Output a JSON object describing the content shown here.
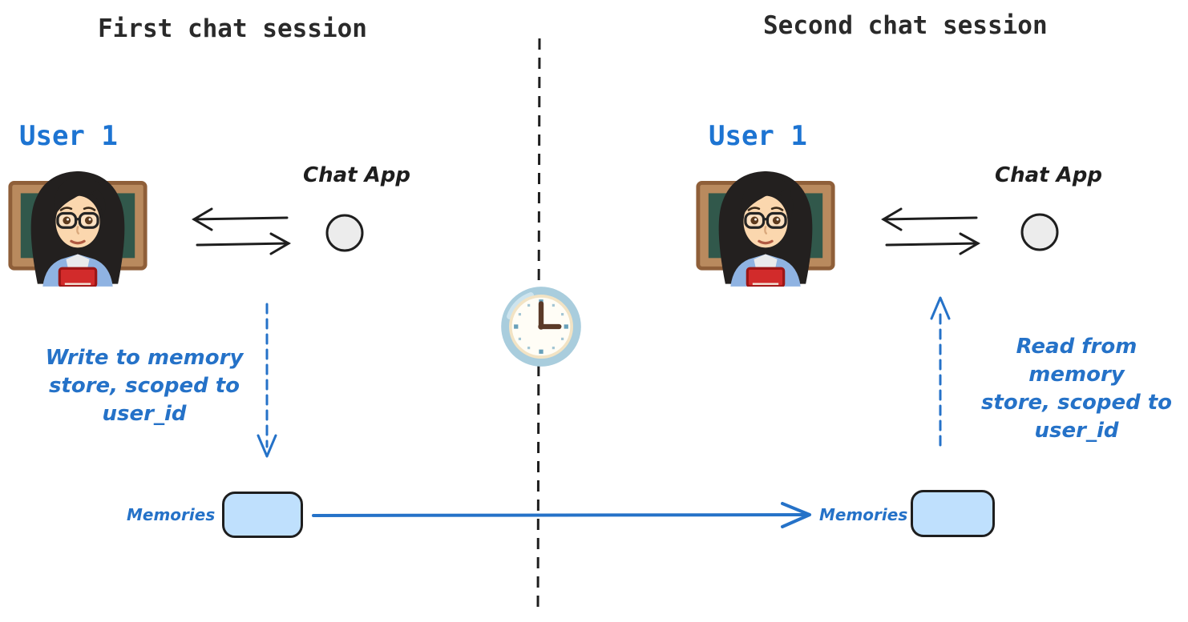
{
  "diagram": {
    "titles": {
      "first_session": "First chat session",
      "second_session": "Second chat session"
    },
    "left": {
      "user_label": "User 1",
      "avatar_icon": "woman-teacher-emoji",
      "chat_app_label": "Chat App",
      "chat_app_icon": "circle-node",
      "exchange_icon": "bidirectional-arrows",
      "memory_note_lines": [
        "Write to memory",
        "store, scoped to",
        "user_id"
      ],
      "memory_flow_icon": "dashed-arrow-down",
      "memories_label": "Memories"
    },
    "right": {
      "user_label": "User 1",
      "avatar_icon": "woman-teacher-emoji",
      "chat_app_label": "Chat App",
      "chat_app_icon": "circle-node",
      "exchange_icon": "bidirectional-arrows",
      "memory_note_lines": [
        "Read from memory",
        "store, scoped to",
        "user_id"
      ],
      "memory_flow_icon": "dashed-arrow-up",
      "memories_label": "Memories"
    },
    "center": {
      "divider_icon": "vertical-dashed-divider",
      "time_icon": "clock-3-oclock-emoji",
      "memory_transfer_icon": "solid-arrow-right"
    },
    "colors": {
      "ink": "#1e1e1e",
      "accent_blue": "#2572c8",
      "user_label_blue": "#1d74d2",
      "memory_box_fill": "#bfe0fd",
      "chat_app_circle_fill": "#ececec",
      "clock_body": "#a9cddd"
    }
  }
}
